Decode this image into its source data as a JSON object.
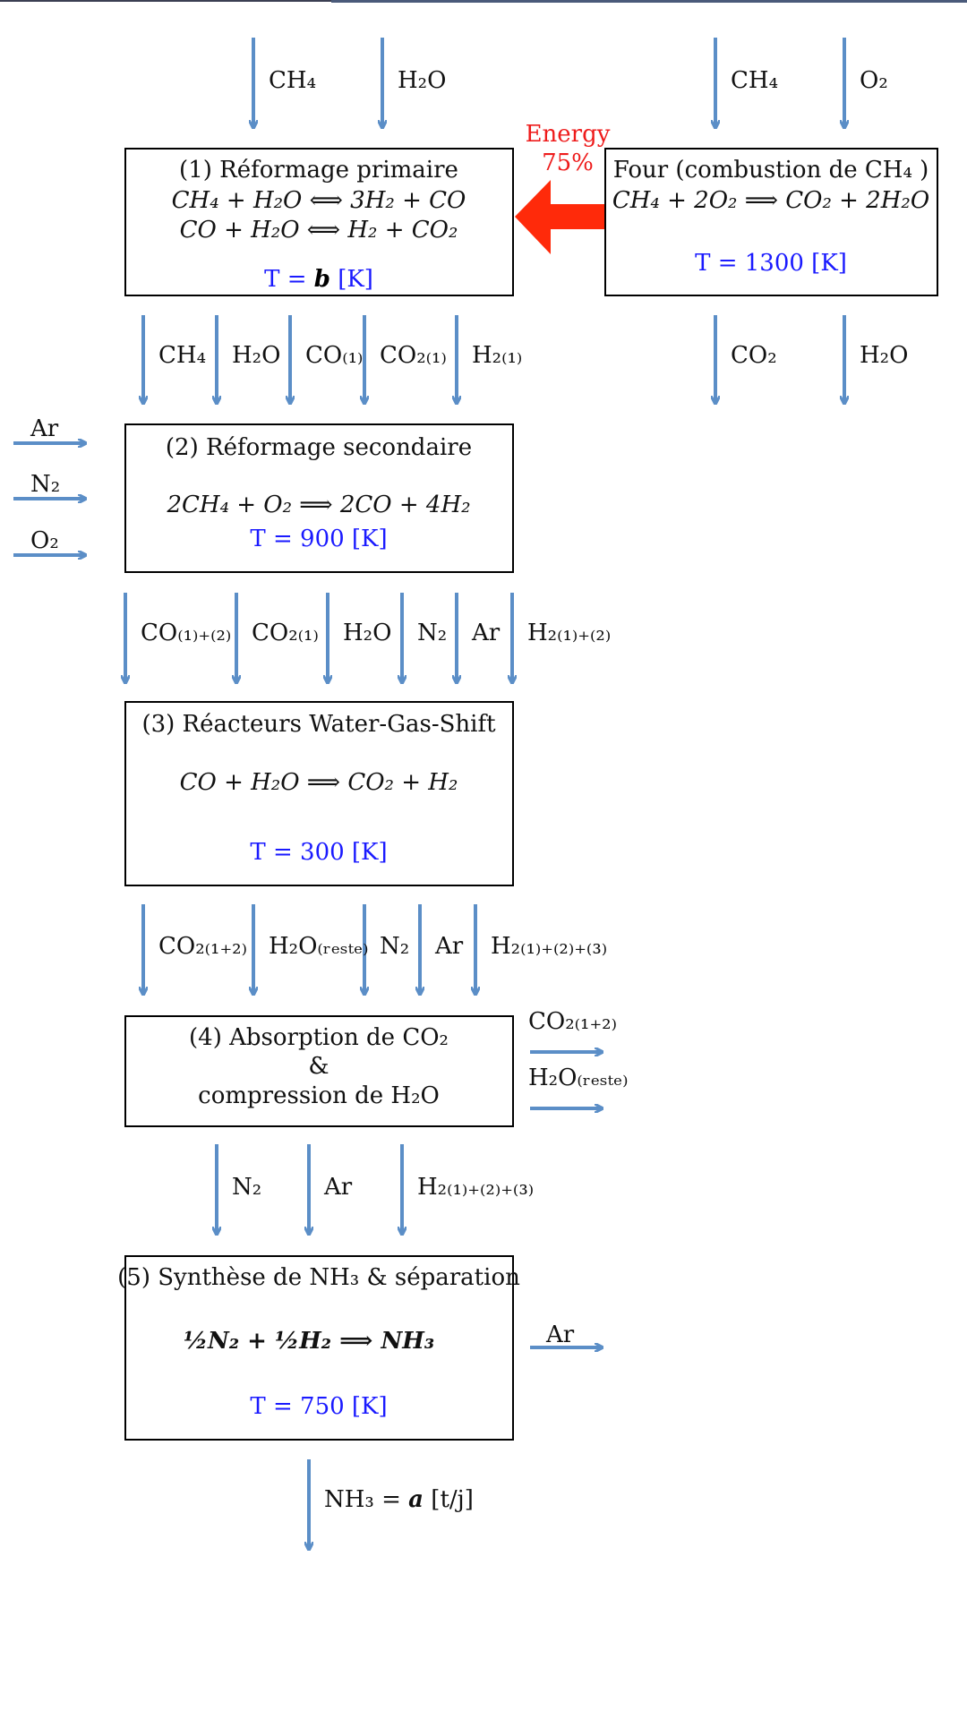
{
  "colors": {
    "arrow": "#5b8ec7",
    "energy_arrow": "#ff2a0a",
    "temperature_text": "#1a1aff",
    "energy_text": "#ee1b1b"
  },
  "top_inputs": {
    "reformer": [
      "CH₄",
      "H₂O"
    ],
    "furnace": [
      "CH₄",
      "O₂"
    ]
  },
  "energy": {
    "label": "Energy",
    "percent": "75%"
  },
  "furnace": {
    "title": "Four (combustion de CH₄ )",
    "reaction": "CH₄ + 2O₂ ⟹ CO₂ + 2H₂O",
    "temperature": "T = 1300 [K]",
    "outputs": [
      "CO₂",
      "H₂O"
    ]
  },
  "step1": {
    "title": "(1) Réformage primaire",
    "reaction_1": "CH₄ + H₂O ⟺ 3H₂ + CO",
    "reaction_2": "CO +  H₂O ⟺ H₂ + CO₂",
    "temperature_prefix": "T = ",
    "temperature_var": "b",
    "temperature_unit": " [K]",
    "outputs": [
      "CH₄",
      "H₂O",
      "CO₍₁₎",
      "CO₂₍₁₎",
      "H₂₍₁₎"
    ]
  },
  "step2": {
    "side_inputs": [
      "Ar",
      "N₂",
      "O₂"
    ],
    "title": "(2) Réformage secondaire",
    "reaction": "2CH₄ + O₂ ⟹ 2CO + 4H₂",
    "temperature": "T = 900 [K]",
    "outputs": [
      "CO₍₁₎₊₍₂₎",
      "CO₂₍₁₎",
      "H₂O",
      "N₂",
      "Ar",
      "H₂₍₁₎₊₍₂₎"
    ]
  },
  "step3": {
    "title": "(3) Réacteurs Water-Gas-Shift",
    "reaction": "CO + H₂O  ⟹  CO₂ + H₂",
    "temperature": "T = 300 [K]",
    "outputs": [
      "CO₂₍₁₊₂₎",
      "H₂O₍ᵣₑₛₜₑ₎",
      "N₂",
      "Ar",
      "H₂₍₁₎₊₍₂₎₊₍₃₎"
    ]
  },
  "step4": {
    "title": "(4) Absorption de CO₂",
    "ampersand": "&",
    "title_2": "compression de H₂O",
    "side_outputs": [
      "CO₂₍₁₊₂₎",
      "H₂O₍ᵣₑₛₜₑ₎"
    ],
    "outputs": [
      "N₂",
      "Ar",
      "H₂₍₁₎₊₍₂₎₊₍₃₎"
    ]
  },
  "step5": {
    "title": "(5) Synthèse de NH₃ & séparation",
    "reaction": "½N₂ + ½H₂ ⟹ NH₃",
    "temperature": "T = 750 [K]",
    "side_output": "Ar"
  },
  "final_output": {
    "prefix": "NH₃ = ",
    "var": "a",
    "unit": " [t/j]"
  }
}
